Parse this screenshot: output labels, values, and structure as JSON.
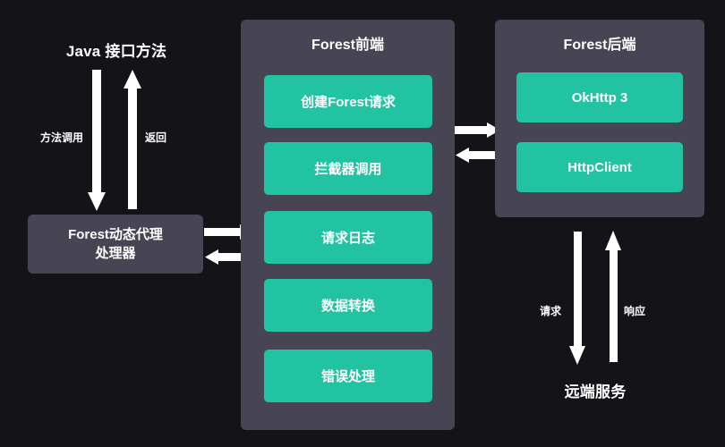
{
  "diagram": {
    "background_color": "#141418",
    "panel_color": "#474554",
    "accent_color": "#22c3a2",
    "text_color": "#ffffff",
    "nodes": {
      "java_interface": {
        "label": "Java 接口方法"
      },
      "proxy_handler": {
        "line1": "Forest动态代理",
        "line2": "处理器"
      },
      "remote_service": {
        "label": "远端服务"
      }
    },
    "frontend_panel": {
      "title": "Forest前端",
      "items": [
        {
          "label": "创建Forest请求"
        },
        {
          "label": "拦截器调用"
        },
        {
          "label": "请求日志"
        },
        {
          "label": "数据转换"
        },
        {
          "label": "错误处理"
        }
      ]
    },
    "backend_panel": {
      "title": "Forest后端",
      "items": [
        {
          "label": "OkHttp 3"
        },
        {
          "label": "HttpClient"
        }
      ]
    },
    "edges": [
      {
        "name": "method-call",
        "label": "方法调用",
        "direction": "down"
      },
      {
        "name": "return",
        "label": "返回",
        "direction": "up"
      },
      {
        "name": "proxy-to-frontend",
        "label": "",
        "direction": "right"
      },
      {
        "name": "frontend-to-proxy",
        "label": "",
        "direction": "left"
      },
      {
        "name": "frontend-to-backend",
        "label": "",
        "direction": "right"
      },
      {
        "name": "backend-to-frontend",
        "label": "",
        "direction": "left"
      },
      {
        "name": "request",
        "label": "请求",
        "direction": "down"
      },
      {
        "name": "response",
        "label": "响应",
        "direction": "up"
      }
    ]
  }
}
